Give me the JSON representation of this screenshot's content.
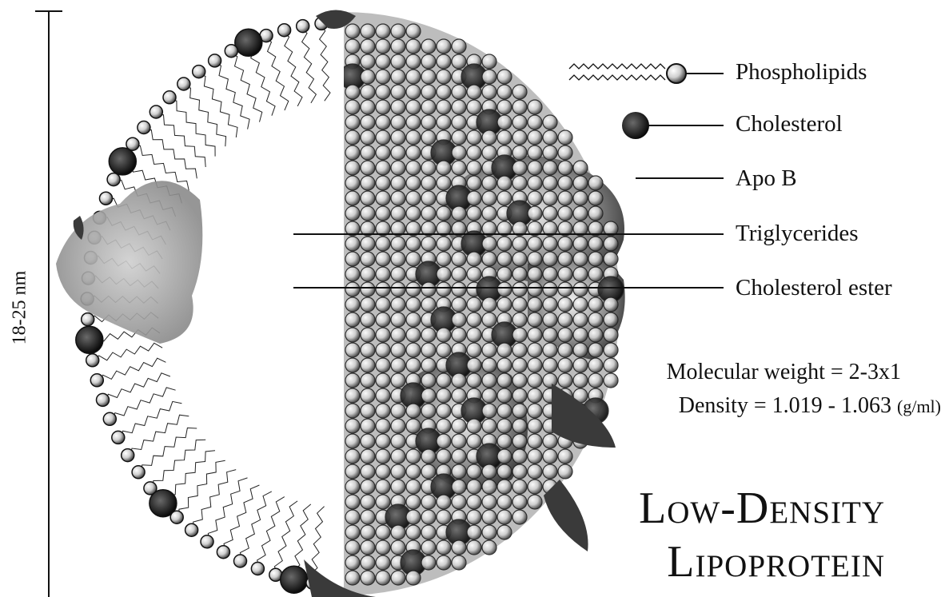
{
  "labels": {
    "phospholipids": "Phospholipids",
    "cholesterol": "Cholesterol",
    "apo_b": "Apo B",
    "triglycerides": "Triglycerides",
    "cholesterol_ester": "Cholesterol ester"
  },
  "scale": {
    "label": "18-25 nm"
  },
  "properties": {
    "molecular_weight": "Molecular weight = 2-3x1",
    "density": "Density = 1.019 - 1.063",
    "density_unit": "(g/ml)"
  },
  "title": {
    "line1": "Low-Density",
    "line2": "Lipoprotein"
  },
  "colors": {
    "ink": "#111111",
    "bead_fill": "#d8d8d8",
    "protein": "#6e6e6e",
    "protein_light": "#bdbdbd",
    "core_gray": "#9a9a9a"
  },
  "icons": {
    "phospholipid": "phospholipid-icon",
    "cholesterol": "cholesterol-icon"
  }
}
